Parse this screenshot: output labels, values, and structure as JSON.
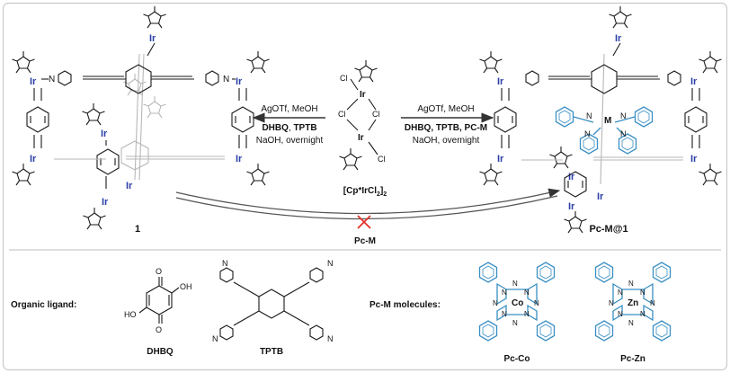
{
  "colors": {
    "panel_border": "#c9c9c9",
    "divider": "#bdbdbd",
    "ink": "#111111",
    "iridium_blue": "#2b3fa8",
    "phthalocyanine_blue": "#3a8fc4",
    "forbidden_red": "#e0322b",
    "cage_grey": "#b7b7b7"
  },
  "precursor": {
    "atoms": {
      "ir1": "Ir",
      "ir2": "Ir",
      "cl1": "Cl",
      "cl2": "Cl",
      "cl3": "Cl",
      "cl4": "Cl"
    },
    "formula": "[Cp*IrCl2]2",
    "formula_parts": {
      "bracket_open": "[Cp*IrCl",
      "sub": "2",
      "bracket_close": "]",
      "sub2": "2"
    }
  },
  "left_arrow": {
    "line1": "AgOTf, MeOH",
    "line2a": "DHBQ",
    "line2sep": ", ",
    "line2b": "TPTB",
    "line3": "NaOH, overnight"
  },
  "right_arrow": {
    "line1": "AgOTf, MeOH",
    "line2": "DHBQ, TPTB, PC-M",
    "line3": "NaOH, overnight"
  },
  "bottom_arrow": {
    "label": "Pc-M",
    "forbidden_mark": "x-mark"
  },
  "cage_left": {
    "label": "1",
    "ir_labels": [
      "Ir",
      "Ir",
      "Ir",
      "Ir",
      "Ir",
      "Ir",
      "Ir",
      "Ir"
    ],
    "n_labels": [
      "N",
      "N"
    ]
  },
  "cage_right": {
    "label": "Pc-M@1",
    "ir_labels": [
      "Ir",
      "Ir",
      "Ir",
      "Ir",
      "Ir",
      "Ir",
      "Ir",
      "Ir"
    ],
    "guest_labels": {
      "m": "M",
      "n": [
        "N",
        "N",
        "N",
        "N"
      ]
    }
  },
  "legend": {
    "organic_ligand_label": "Organic ligand:",
    "dhbq": {
      "name": "DHBQ",
      "atoms": {
        "o1": "O",
        "o2": "O",
        "oh1": "OH",
        "oh2": "HO"
      }
    },
    "tptb": {
      "name": "TPTB",
      "atoms": {
        "n1": "N",
        "n2": "N",
        "n3": "N",
        "n4": "N"
      }
    },
    "pcm_label": "Pc-M molecules:",
    "pc_co": {
      "name": "Pc-Co",
      "metal": "Co",
      "n": [
        "N",
        "N",
        "N",
        "N",
        "N",
        "N",
        "N",
        "N"
      ]
    },
    "pc_zn": {
      "name": "Pc-Zn",
      "metal": "Zn",
      "n": [
        "N",
        "N",
        "N",
        "N",
        "N",
        "N",
        "N",
        "N"
      ]
    }
  }
}
